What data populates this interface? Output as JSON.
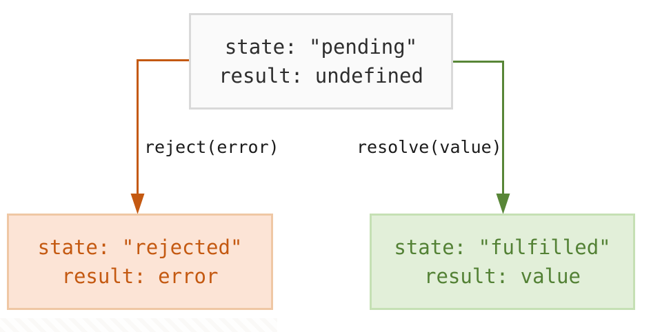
{
  "diagram": {
    "title_semantic": "promise-state-flow",
    "pending_box": {
      "state_line": "state: \"pending\"",
      "result_line": "result: undefined"
    },
    "rejected_box": {
      "state_line": "state: \"rejected\"",
      "result_line": "result: error"
    },
    "fulfilled_box": {
      "state_line": "state: \"fulfilled\"",
      "result_line": "result: value"
    },
    "arrows": {
      "reject_label": "reject(error)",
      "resolve_label": "resolve(value)"
    },
    "colors": {
      "pending_bg": "#fafafa",
      "pending_border": "#d9d9d9",
      "pending_text": "#2e2e2e",
      "reject_arrow": "#c45911",
      "rejected_bg": "#fce4d6",
      "rejected_border": "#efc7a4",
      "rejected_text": "#c45911",
      "resolve_arrow": "#588637",
      "fulfilled_bg": "#e2efd9",
      "fulfilled_border": "#c5e0b4",
      "fulfilled_text": "#538135",
      "label_text": "#1b1b1b"
    }
  }
}
